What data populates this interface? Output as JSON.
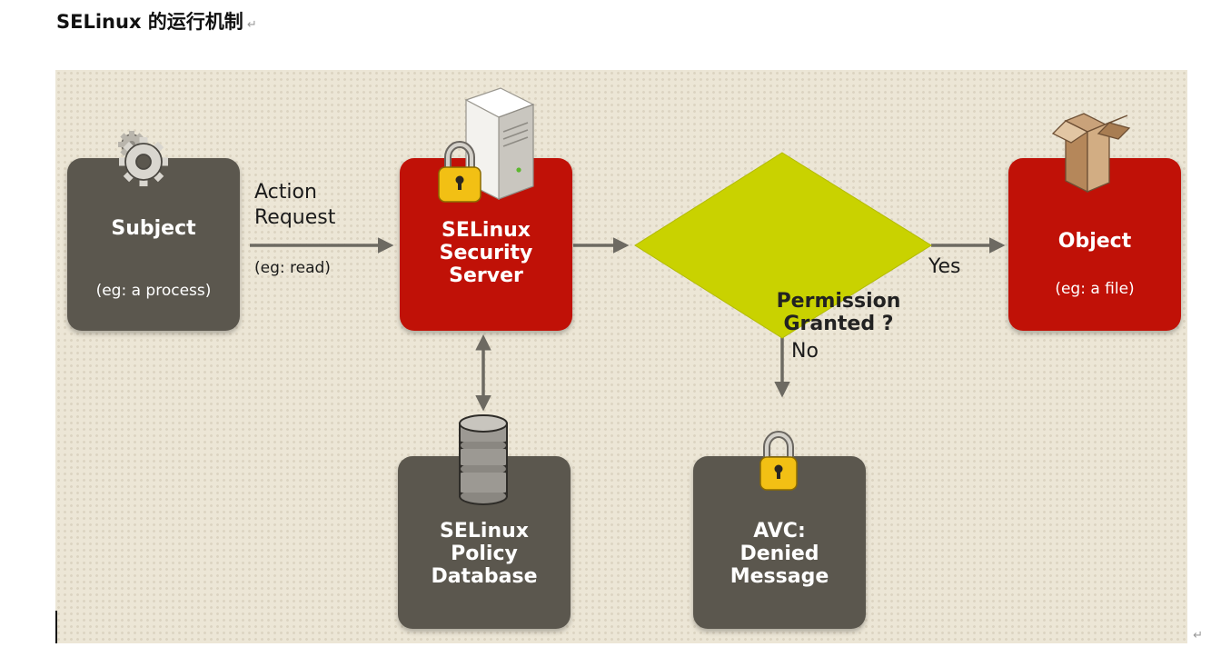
{
  "document": {
    "title": "SELinux 的运行机制",
    "paragraph_mark": "↵"
  },
  "diagram": {
    "subject": {
      "title": "Subject",
      "example": "(eg: a process)",
      "icon": "gear-icon"
    },
    "action": {
      "title_line1": "Action",
      "title_line2": "Request",
      "example": "(eg: read)"
    },
    "security_server": {
      "line1": "SELinux",
      "line2": "Security",
      "line3": "Server",
      "icons": [
        "server-tower-icon",
        "padlock-icon"
      ]
    },
    "decision": {
      "line1": "Permission",
      "line2": "Granted ?",
      "yes_label": "Yes",
      "no_label": "No"
    },
    "object": {
      "title": "Object",
      "example": "(eg: a file)",
      "icon": "cardboard-box-icon"
    },
    "policy_db": {
      "line1": "SELinux",
      "line2": "Policy",
      "line3": "Database",
      "icon": "database-icon"
    },
    "avc": {
      "line1": "AVC:",
      "line2": "Denied",
      "line3": "Message",
      "icon": "padlock-icon"
    }
  },
  "colors": {
    "canvas": "#ece6d6",
    "gray_box": "#5b574e",
    "red_box": "#c01107",
    "diamond": "#c9d200",
    "arrow": "#6d6a62",
    "lock_gold": "#f2c014"
  }
}
